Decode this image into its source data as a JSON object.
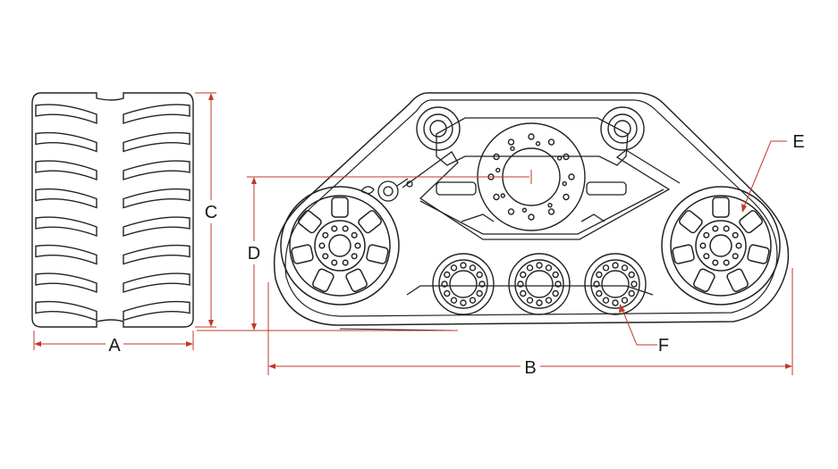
{
  "labels": {
    "a": "A",
    "b": "B",
    "c": "C",
    "d": "D",
    "e": "E",
    "f": "F"
  },
  "colors": {
    "dimension": "#c0392b",
    "outline": "#222222",
    "background": "#ffffff"
  }
}
